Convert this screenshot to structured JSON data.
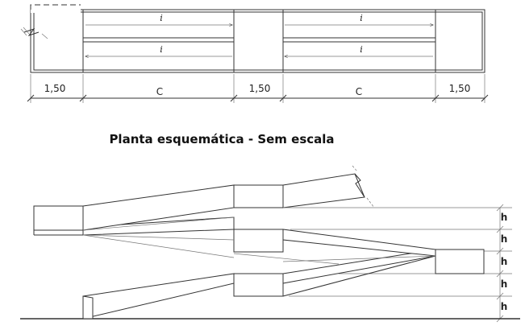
{
  "plan": {
    "dimensions": [
      "1,50",
      "C",
      "1,50",
      "C",
      "1,50"
    ],
    "run_labels": [
      "i",
      "i",
      "i",
      "i"
    ]
  },
  "caption": "Planta esquemática - Sem escala",
  "elevation": {
    "height_labels": [
      "h",
      "h",
      "h",
      "h",
      "h"
    ]
  }
}
